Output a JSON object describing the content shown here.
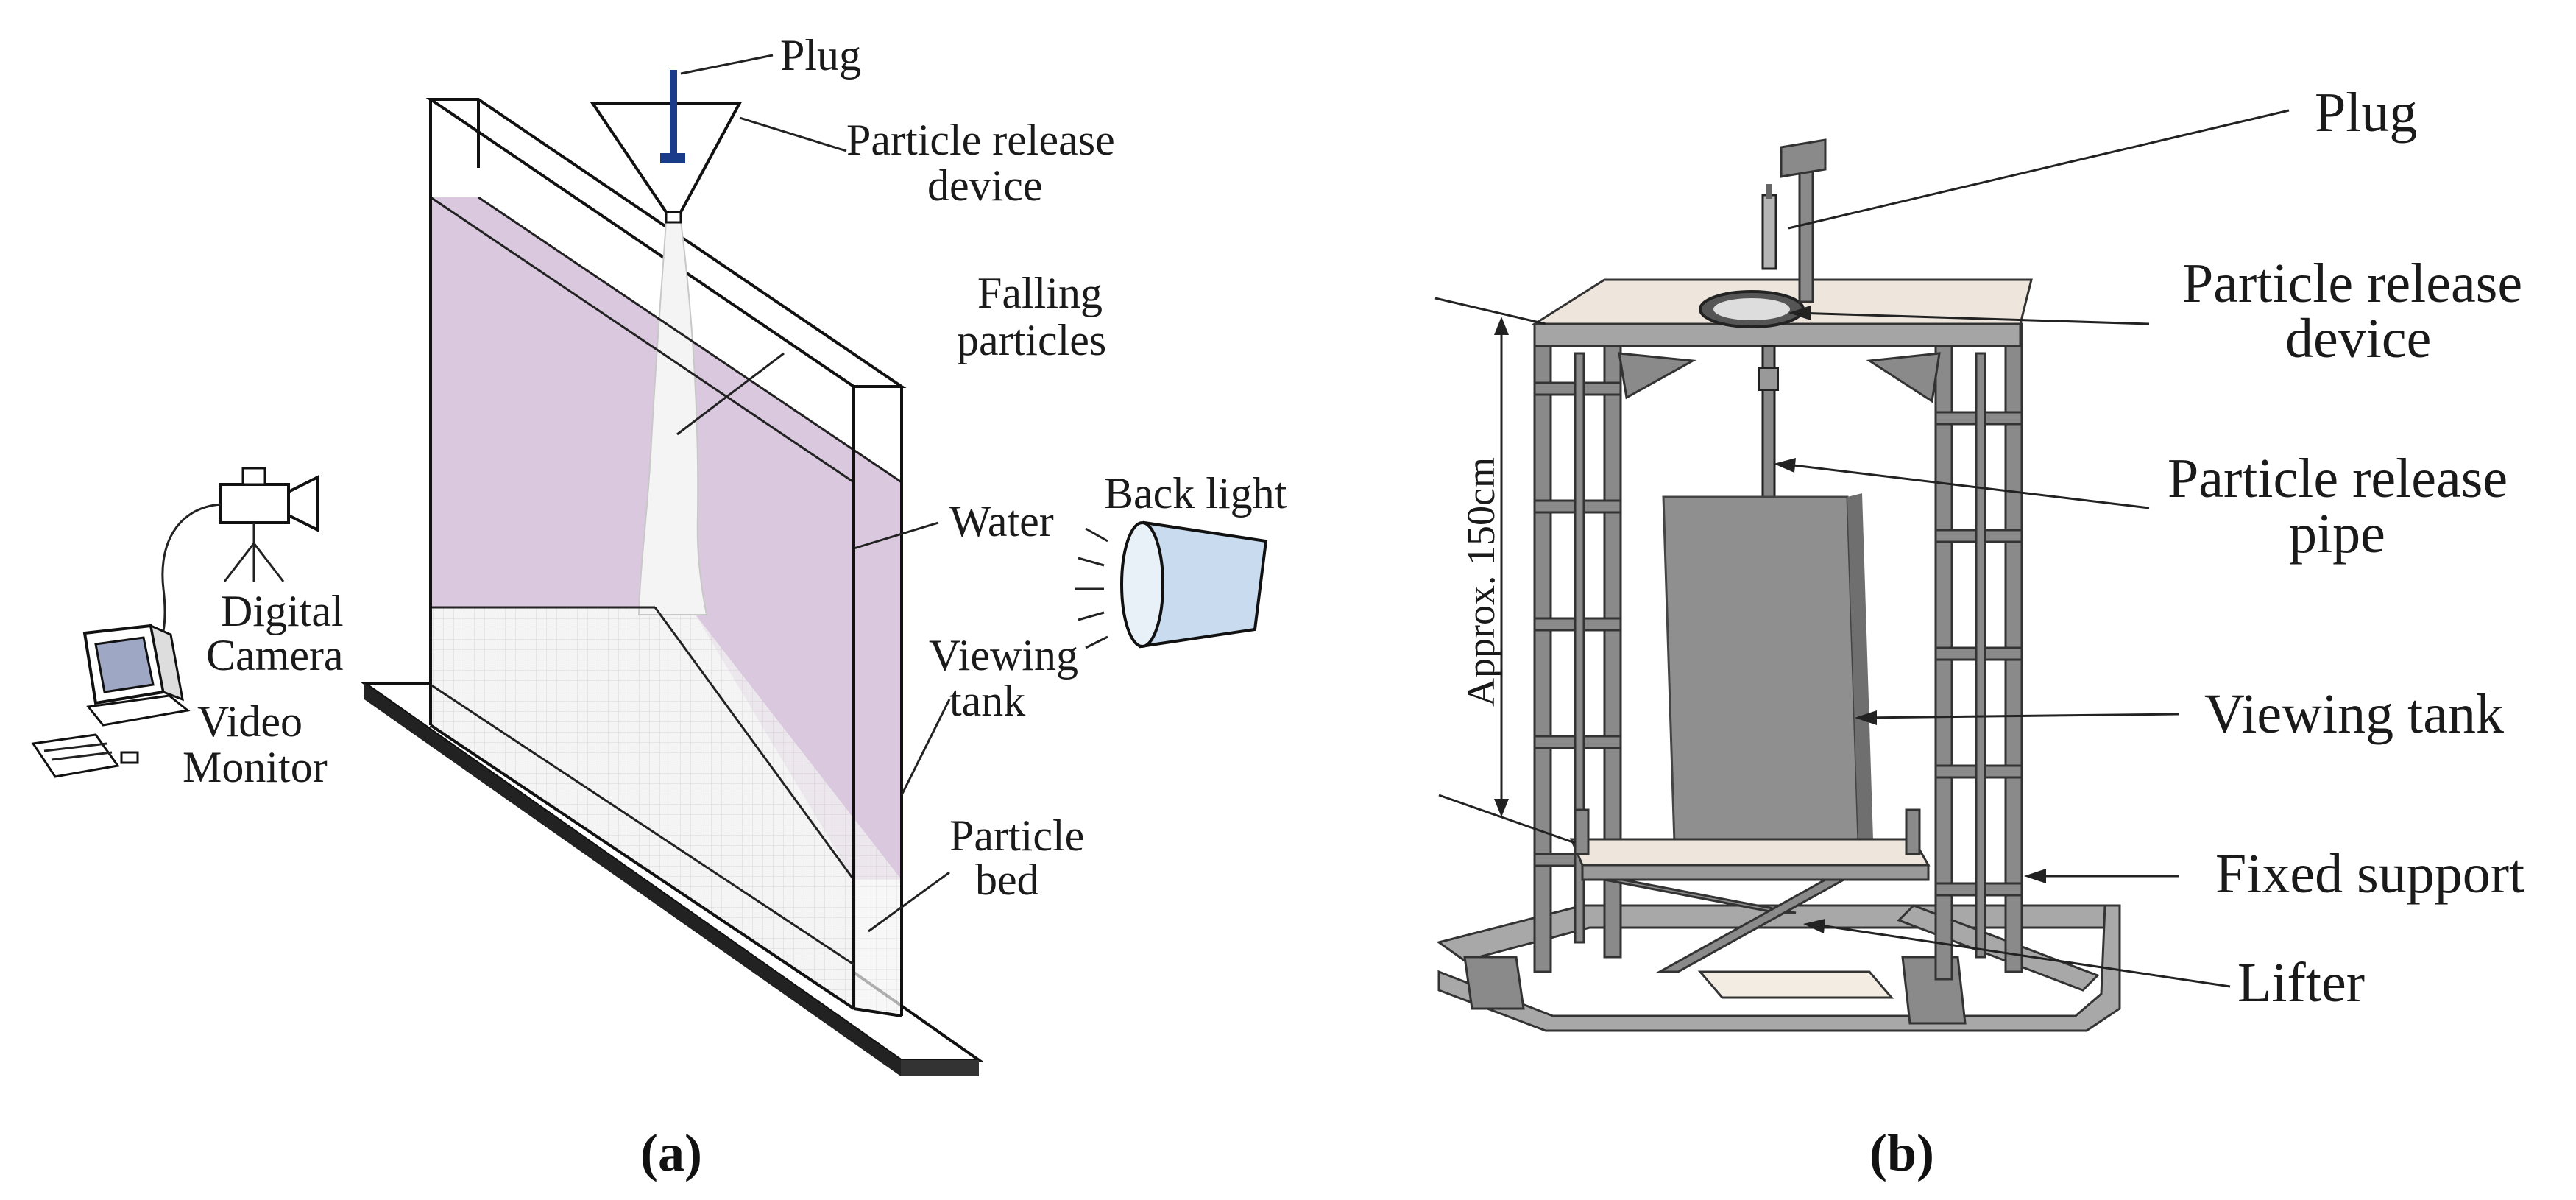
{
  "panel_a": {
    "caption": "(a)",
    "labels": {
      "plug": "Plug",
      "release_1": "Particle release",
      "release_2": "device",
      "falling_1": "Falling",
      "falling_2": "particles",
      "water": "Water",
      "back_light": "Back light",
      "viewing_1": "Viewing",
      "viewing_2": "tank",
      "bed_1": "Particle",
      "bed_2": "bed",
      "camera_1": "Digital",
      "camera_2": "Camera",
      "monitor_1": "Video",
      "monitor_2": "Monitor"
    }
  },
  "panel_b": {
    "caption": "(b)",
    "labels": {
      "plug": "Plug",
      "release_1": "Particle release",
      "release_2": "device",
      "pipe_1": "Particle release",
      "pipe_2": "pipe",
      "viewing": "Viewing tank",
      "fixed": "Fixed support",
      "lifter": "Lifter",
      "height": "Approx. 150cm"
    }
  },
  "colors": {
    "water": "#d9c8de",
    "frame": "#8a8a8a",
    "tank_panel": "#8f8f8f",
    "back_light": "#c9dcef"
  }
}
